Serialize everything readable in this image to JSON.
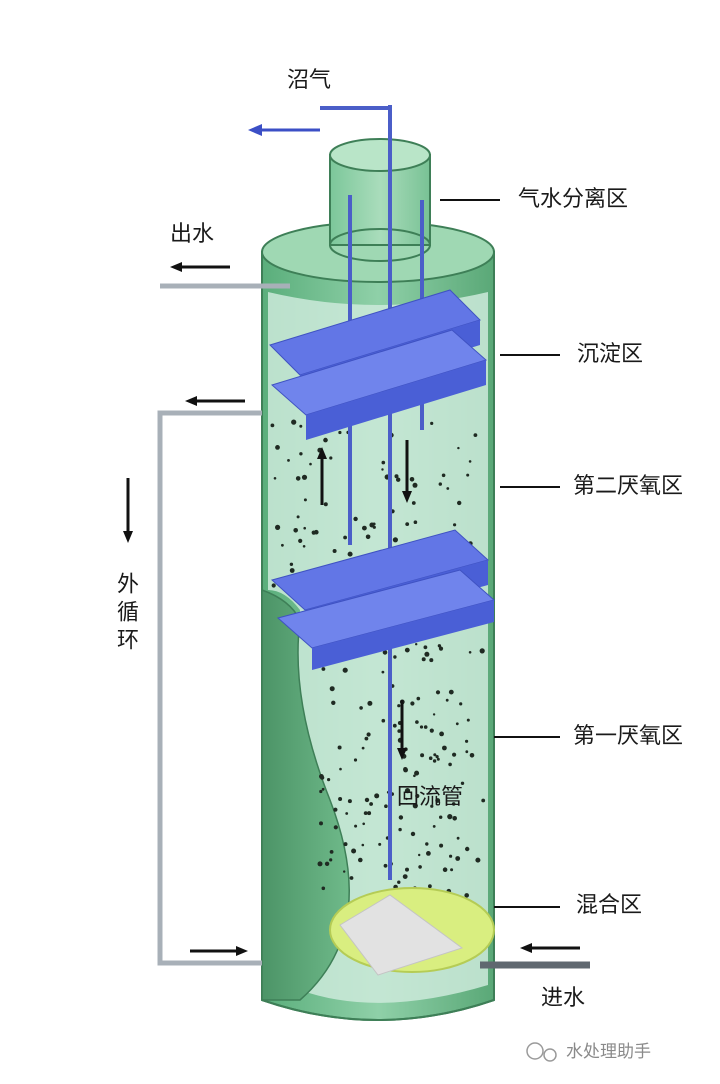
{
  "labels": {
    "biogas": "沼气",
    "effluent": "出水",
    "gas_water_separation": "气水分离区",
    "settling_zone": "沉淀区",
    "second_anaerobic": "第二厌氧区",
    "first_anaerobic": "第一厌氧区",
    "mixing_zone": "混合区",
    "influent": "进水",
    "external_circulation": "外循环",
    "return_pipe": "回流管"
  },
  "watermark": "水处理助手",
  "colors": {
    "tank_body": "#6fbf8c",
    "tank_dark": "#4f9a6c",
    "tank_cut": "#cfeee0",
    "baffle": "#5b6fe0",
    "pipe_blue": "#4b5ec8",
    "pipe_gray": "#a8b0b8",
    "arrow_blue": "#3b4fc6",
    "arrow_black": "#111111",
    "mix_disc": "#d9ee80"
  }
}
